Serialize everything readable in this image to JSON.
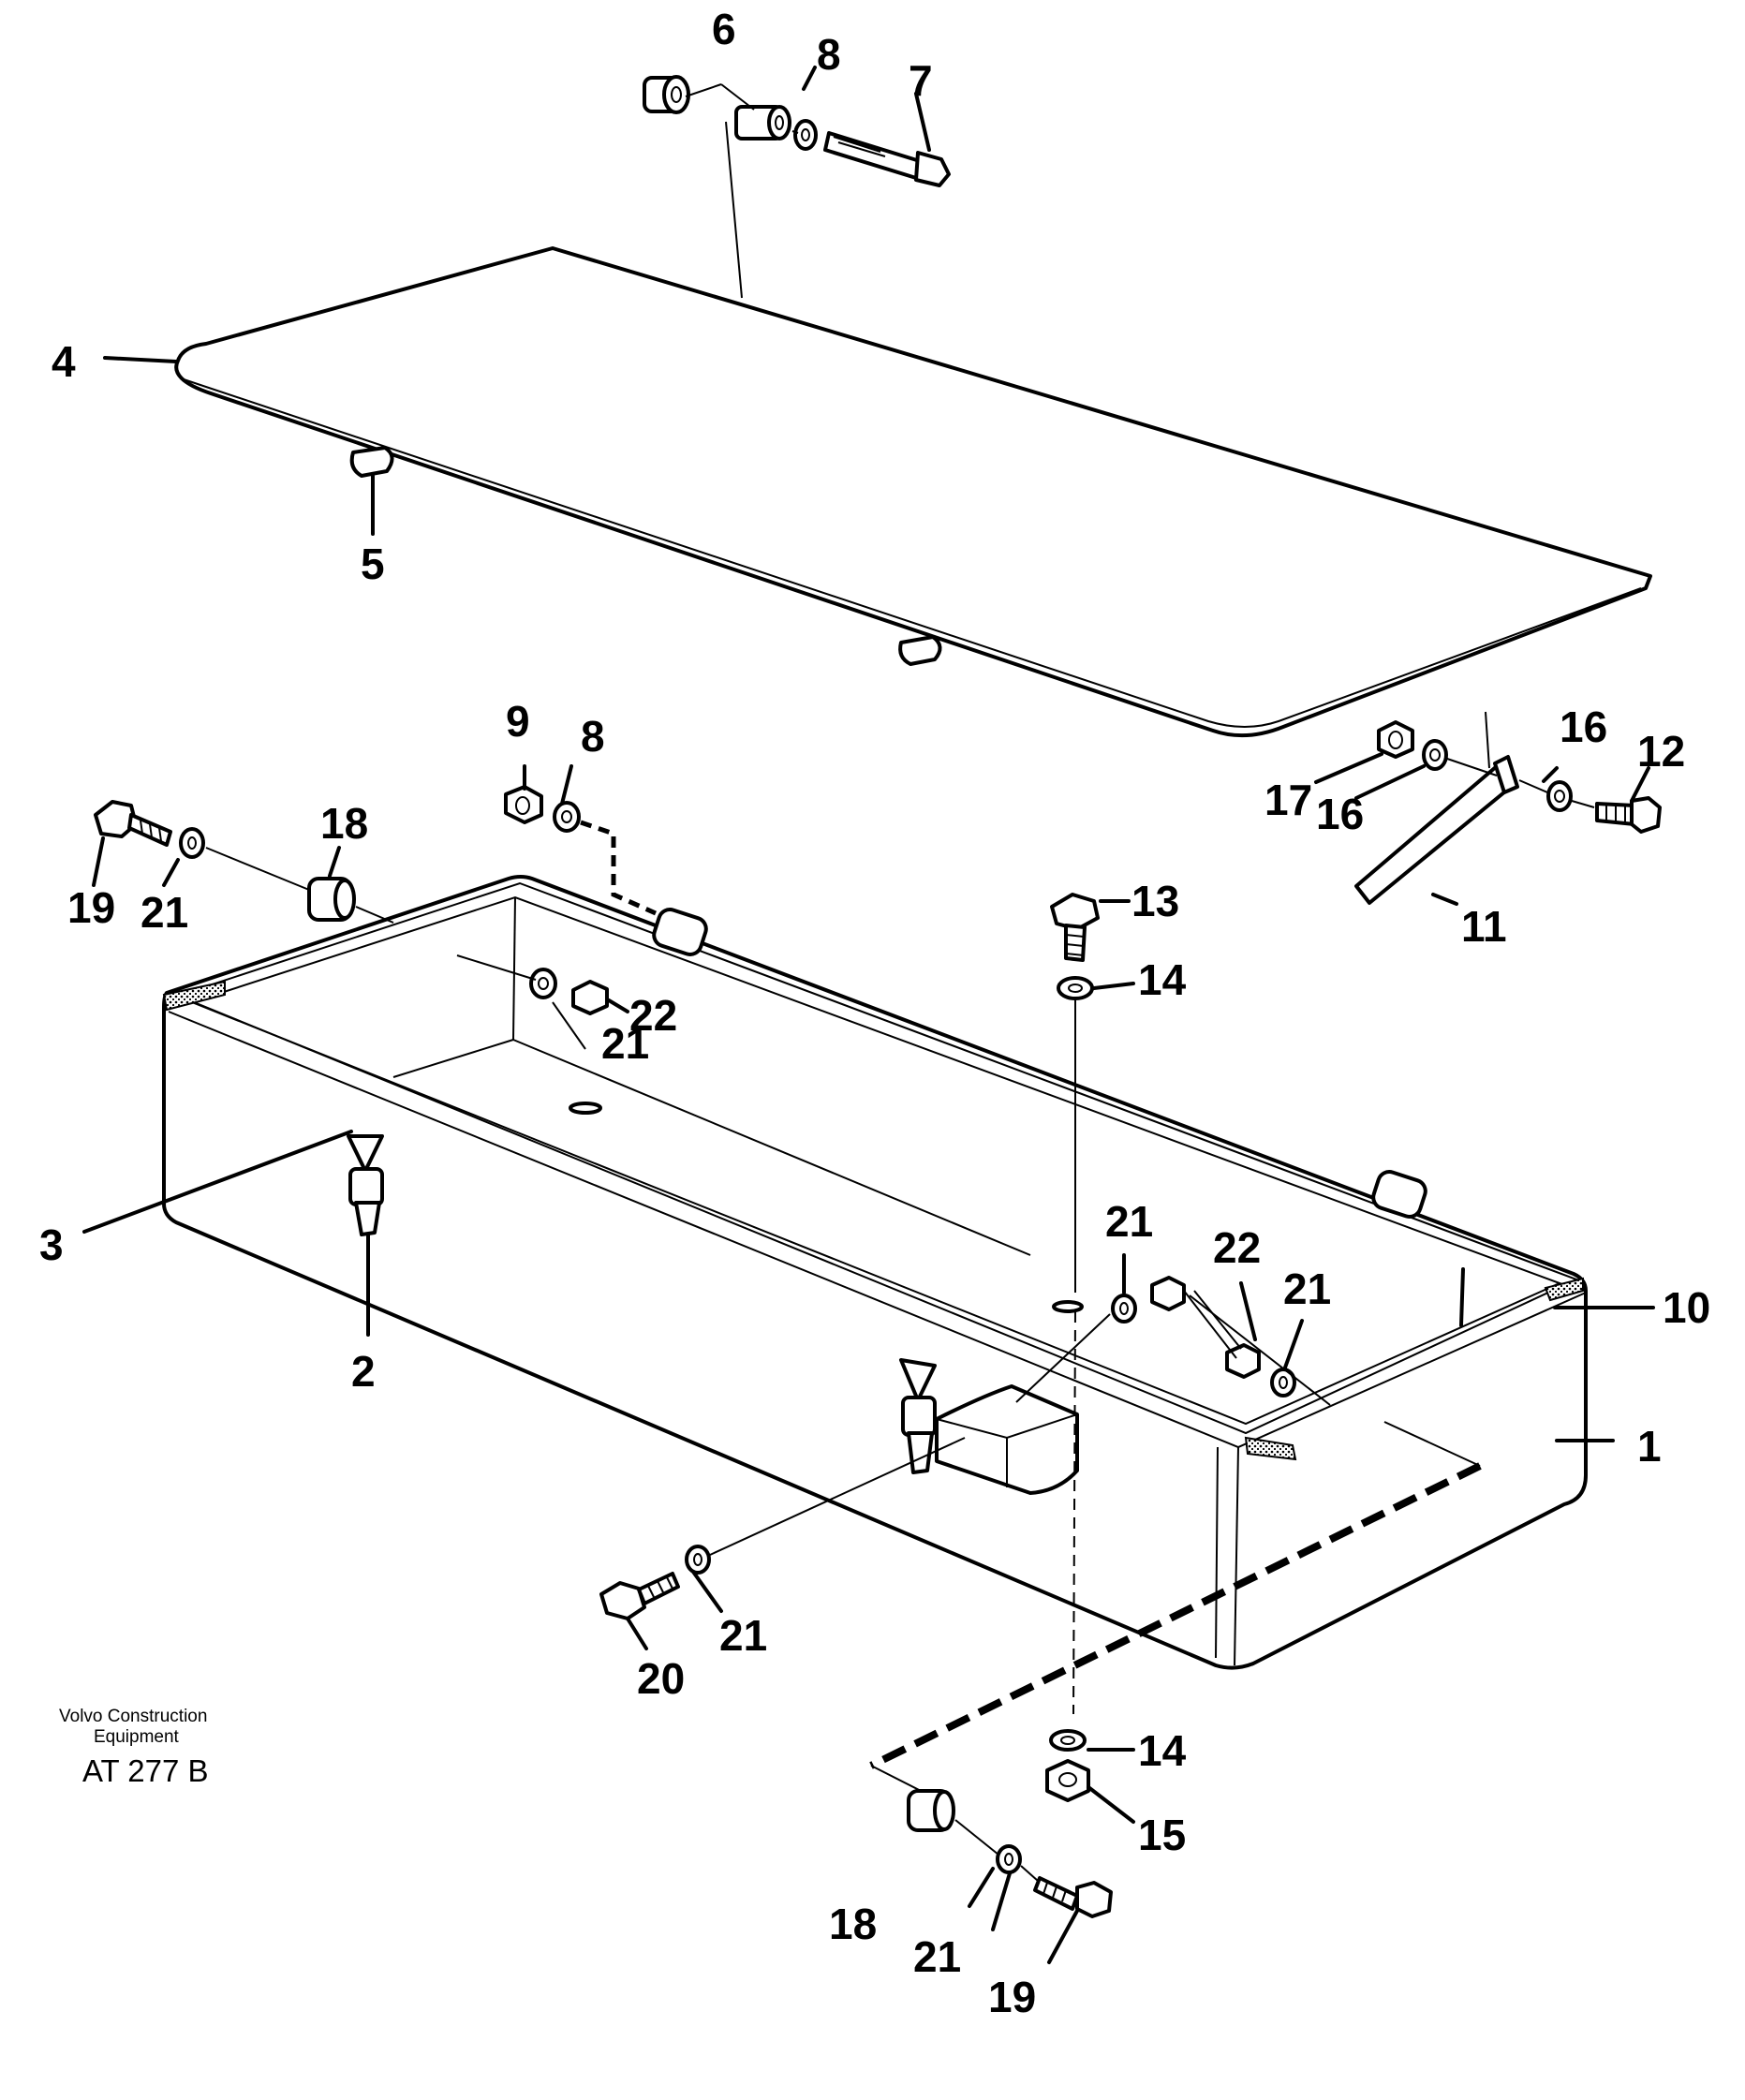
{
  "diagram": {
    "callouts": [
      "1",
      "2",
      "3",
      "4",
      "5",
      "6",
      "7",
      "8",
      "8",
      "9",
      "10",
      "11",
      "12",
      "13",
      "14",
      "14",
      "15",
      "16",
      "16",
      "17",
      "18",
      "18",
      "19",
      "19",
      "20",
      "21",
      "21",
      "21",
      "21",
      "21",
      "21",
      "22",
      "22"
    ]
  },
  "caption": {
    "company_line1": "Volvo Construction",
    "company_line2": "Equipment",
    "drawing_number": "AT 277 B"
  }
}
